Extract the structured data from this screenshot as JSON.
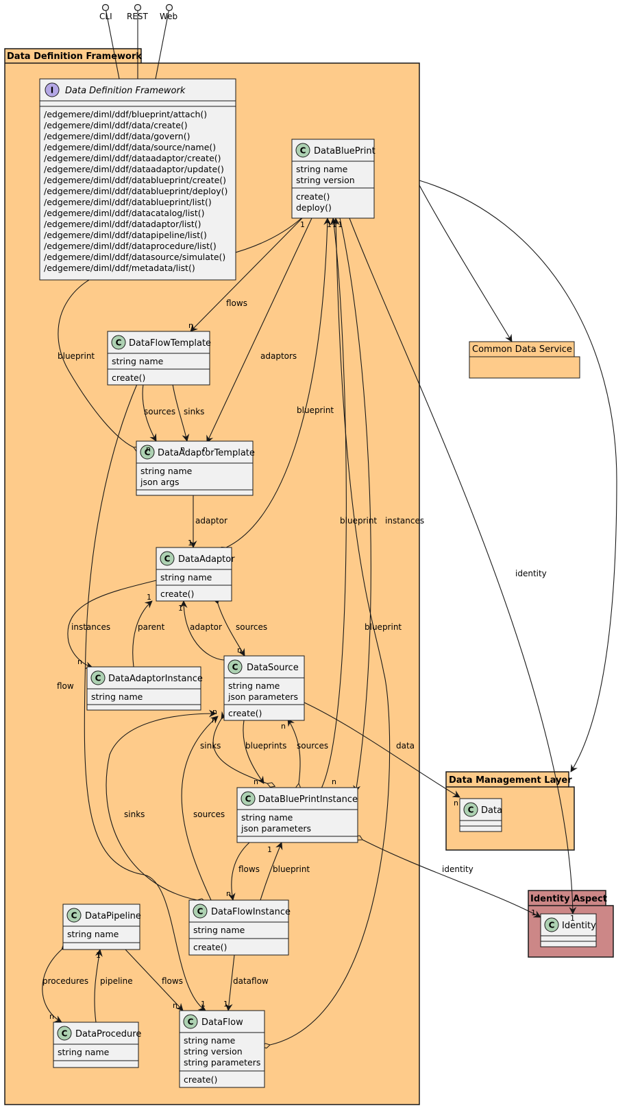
{
  "packages": {
    "ddf": "Data Definition Framework",
    "cds": "Common Data Service",
    "dml": "Data Management Layer",
    "identity": "Identity Aspect"
  },
  "interfaces": [
    "CLI",
    "REST",
    "Web"
  ],
  "classes": {
    "ddf_interface": {
      "badge": "I",
      "name": "Data Definition Framework",
      "methods": [
        "/edgemere/diml/ddf/blueprint/attach()",
        "/edgemere/diml/ddf/data/create()",
        "/edgemere/diml/ddf/data/govern()",
        "/edgemere/diml/ddf/data/source/name()",
        "/edgemere/diml/ddf/dataadaptor/create()",
        "/edgemere/diml/ddf/dataadaptor/update()",
        "/edgemere/diml/ddf/datablueprint/create()",
        "/edgemere/diml/ddf/datablueprint/deploy()",
        "/edgemere/diml/ddf/datablueprint/list()",
        "/edgemere/diml/ddf/datacatalog/list()",
        "/edgemere/diml/ddf/datadaptor/list()",
        "/edgemere/diml/ddf/datapipeline/list()",
        "/edgemere/diml/ddf/dataprocedure/list()",
        "/edgemere/diml/ddf/datasource/simulate()",
        "/edgemere/diml/ddf/metadata/list()"
      ]
    },
    "blueprint": {
      "badge": "C",
      "name": "DataBluePrint",
      "attrs": [
        "string name",
        "string version"
      ],
      "methods": [
        "create()",
        "deploy()"
      ]
    },
    "flowtemplate": {
      "badge": "C",
      "name": "DataFlowTemplate",
      "attrs": [
        "string name"
      ],
      "methods": [
        "create()"
      ]
    },
    "adaptortemplate": {
      "badge": "C",
      "name": "DataAdaptorTemplate",
      "attrs": [
        "string name",
        "json args"
      ],
      "methods": []
    },
    "adaptor": {
      "badge": "C",
      "name": "DataAdaptor",
      "attrs": [
        "string name"
      ],
      "methods": [
        "create()"
      ]
    },
    "adaptorinstance": {
      "badge": "C",
      "name": "DataAdaptorInstance",
      "attrs": [
        "string name"
      ],
      "methods": []
    },
    "source": {
      "badge": "C",
      "name": "DataSource",
      "attrs": [
        "string name",
        "json parameters"
      ],
      "methods": [
        "create()"
      ]
    },
    "bpinstance": {
      "badge": "C",
      "name": "DataBluePrintInstance",
      "attrs": [
        "string name",
        "json parameters"
      ],
      "methods": []
    },
    "flowinstance": {
      "badge": "C",
      "name": "DataFlowInstance",
      "attrs": [
        "string name"
      ],
      "methods": [
        "create()"
      ]
    },
    "pipeline": {
      "badge": "C",
      "name": "DataPipeline",
      "attrs": [
        "string name"
      ],
      "methods": []
    },
    "procedure": {
      "badge": "C",
      "name": "DataProcedure",
      "attrs": [
        "string name"
      ],
      "methods": []
    },
    "flow": {
      "badge": "C",
      "name": "DataFlow",
      "attrs": [
        "string name",
        "string version",
        "string parameters"
      ],
      "methods": [
        "create()"
      ]
    },
    "data": {
      "badge": "C",
      "name": "Data",
      "attrs": [],
      "methods": []
    },
    "identity": {
      "badge": "C",
      "name": "Identity",
      "attrs": [],
      "methods": []
    }
  },
  "edges": {
    "flows": "flows",
    "blueprint": "blueprint",
    "adaptors": "adaptors",
    "sources": "sources",
    "sinks": "sinks",
    "adaptor": "adaptor",
    "instances": "instances",
    "parent": "parent",
    "flow": "flow",
    "data": "data",
    "blueprints": "blueprints",
    "identity": "identity",
    "dataflow": "dataflow",
    "procedures": "procedures",
    "pipeline": "pipeline"
  },
  "multiplicity": {
    "one": "1",
    "n": "n"
  },
  "colors": {
    "package_fill": "#FECB8A",
    "identity_fill": "#CC8787",
    "class_fill": "#F1F1F1",
    "class_badge": "#ADD1B2",
    "interface_badge": "#B4A7E5",
    "stroke": "#181818"
  }
}
